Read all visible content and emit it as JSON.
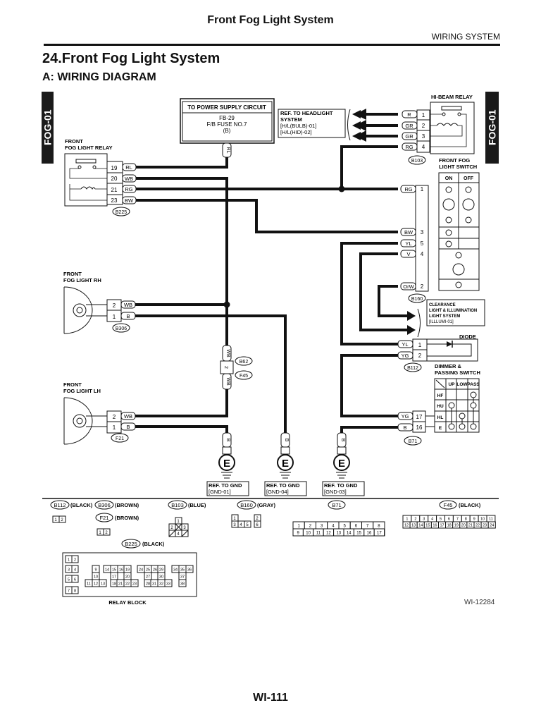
{
  "header": {
    "title": "Front Fog Light System",
    "section": "WIRING SYSTEM"
  },
  "headings": {
    "h1": "24.Front Fog Light System",
    "h2": "A:  WIRING DIAGRAM"
  },
  "tabs": {
    "left": "FOG-01",
    "right": "FOG-01"
  },
  "power_box": {
    "title": "TO POWER SUPPLY CIRCUIT",
    "line1": "FB-29",
    "line2": "F/B FUSE NO.7",
    "line3": "(B)",
    "wire": "RL"
  },
  "headlight_ref": {
    "line1": "REF. TO HEADLIGHT",
    "line2": "SYSTEM",
    "line3": "[H/L(BULB)-01]",
    "line4": "[H/L(HID)-02]"
  },
  "hi_beam_relay": {
    "label": "HI-BEAM RELAY",
    "connector": "B103",
    "pins": [
      {
        "pin": "1",
        "wire": "R"
      },
      {
        "pin": "2",
        "wire": "GR"
      },
      {
        "pin": "3",
        "wire": "GR"
      },
      {
        "pin": "4",
        "wire": "RG"
      }
    ]
  },
  "fog_relay": {
    "label1": "FRONT",
    "label2": "FOG LIGHT RELAY",
    "connector": "B225",
    "pins": [
      {
        "pin": "19",
        "wire": "RL"
      },
      {
        "pin": "20",
        "wire": "WB"
      },
      {
        "pin": "21",
        "wire": "RG"
      },
      {
        "pin": "23",
        "wire": "BW"
      }
    ]
  },
  "fog_switch": {
    "label1": "FRONT FOG",
    "label2": "LIGHT SWITCH",
    "col_on": "ON",
    "col_off": "OFF",
    "connector": "B160",
    "pins": [
      {
        "pin": "1",
        "wire": "RG"
      },
      {
        "pin": "3",
        "wire": "BW"
      },
      {
        "pin": "5",
        "wire": "YL"
      },
      {
        "pin": "4",
        "wire": "V"
      },
      {
        "pin": "2",
        "wire": "OrW"
      }
    ]
  },
  "clearance_ref": {
    "line1": "CLEARANCE",
    "line2": "LIGHT & ILLUMINATION",
    "line3": "LIGHT SYSTEM",
    "line4": "[ILLLUMI-01]"
  },
  "diode": {
    "label": "DIODE",
    "connector": "B112",
    "pins": [
      {
        "pin": "1",
        "wire": "YL"
      },
      {
        "pin": "2",
        "wire": "YG"
      }
    ]
  },
  "dimmer_switch": {
    "label1": "DIMMER &",
    "label2": "PASSING SWITCH",
    "columns": [
      "UP",
      "LOW",
      "PASS"
    ],
    "rows": [
      "HF",
      "HU",
      "HL",
      "E"
    ],
    "connector": "B71",
    "pins": [
      {
        "pin": "17",
        "wire": "YG"
      },
      {
        "pin": "16",
        "wire": "B"
      }
    ]
  },
  "fog_rh": {
    "label1": "FRONT",
    "label2": "FOG LIGHT RH",
    "connector": "B306",
    "pins": [
      {
        "pin": "2",
        "wire": "WB"
      },
      {
        "pin": "1",
        "wire": "B"
      }
    ]
  },
  "fog_lh": {
    "label1": "FRONT",
    "label2": "FOG LIGHT LH",
    "connector": "F21",
    "pins": [
      {
        "pin": "2",
        "wire": "WB"
      },
      {
        "pin": "1",
        "wire": "B"
      }
    ]
  },
  "joint": {
    "wire_top": "WB",
    "wire_bottom": "WB",
    "pin": "2",
    "connector1": "B62",
    "connector2": "F45"
  },
  "grounds": [
    {
      "symbol": "E",
      "wire": "B",
      "line1": "REF. TO GND",
      "line2": "[GND-01]"
    },
    {
      "symbol": "E",
      "wire": "B",
      "line1": "REF. TO GND",
      "line2": "[GND-04]"
    },
    {
      "symbol": "E",
      "wire": "B",
      "line1": "REF. TO GND",
      "line2": "[GND-03]"
    }
  ],
  "connectors_legend": {
    "b112": {
      "id": "B112",
      "color": "(BLACK)"
    },
    "b306": {
      "id": "B306",
      "color": "(BROWN)"
    },
    "f21": {
      "id": "F21",
      "color": "(BROWN)"
    },
    "b103": {
      "id": "B103",
      "color": "(BLUE)"
    },
    "b160": {
      "id": "B160",
      "color": "(GRAY)"
    },
    "b71": {
      "id": "B71"
    },
    "f45": {
      "id": "F45",
      "color": "(BLACK)"
    },
    "b225": {
      "id": "B225",
      "color": "(BLACK)"
    },
    "b71_row1": [
      "1",
      "2",
      "3",
      "4",
      "5",
      "6",
      "7",
      "8"
    ],
    "b71_row2": [
      "9",
      "10",
      "11",
      "12",
      "13",
      "14",
      "15",
      "16",
      "17"
    ],
    "f45_row1": [
      "1",
      "2",
      "3",
      "4",
      "5",
      "6",
      "7",
      "8",
      "9",
      "10",
      "11"
    ],
    "f45_row2": [
      "12",
      "13",
      "14",
      "15",
      "16",
      "17",
      "18",
      "19",
      "20",
      "21",
      "22",
      "23",
      "24"
    ],
    "relay_block_label": "RELAY BLOCK"
  },
  "figure_id": "WI-12284",
  "page_number": "WI-111"
}
